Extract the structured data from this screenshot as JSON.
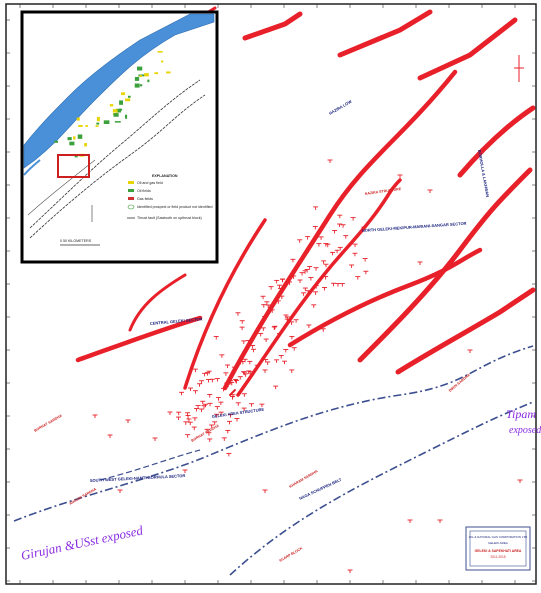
{
  "colors": {
    "fault": "#e8202a",
    "thrust_line": "#3d4f8f",
    "river": "#4a90d9",
    "exposed_label": "#8a2be2",
    "structure_label": "#1a237e",
    "well": "#e8202a",
    "oil_gas": "#e8d400",
    "oil": "#3ca03c"
  },
  "map": {
    "labels": {
      "girujan": "Girujan &USst exposed",
      "tipam": "Tipam",
      "tipam2": "exposed",
      "hazira_low": "HAZIRA LOW",
      "nazira_structure": "NAZIRA STRUCTURE",
      "north_geleki": "NORTH GELEKI-MEKIPUR-MARIANI-SANGAR SECTOR",
      "central_geleki": "CENTRAL GELEKI SECTOR",
      "south_west": "SOUTH WEST GELEKI-NAMTI-BORHULA SECTOR",
      "naga_belt": "NAGA SCHUPPEN BELT",
      "sinking_structure": "GELEKI AREA STRUCTURE",
      "right_label": "BORHOLLA & LAKHWAN",
      "small_1": "BORHAT SARDHA",
      "small_2": "ANGURI SARDHA",
      "small_3": "KHARAM SARDHA",
      "small_4": "DIROI SARDHA",
      "small_5": "SCARP BLOCK"
    },
    "title_block": {
      "line1": "OIL & NATURAL GAS CORPORATION LTD",
      "line2": "GELEKI AREA",
      "line3": "GELEKI & SAPEKHATI AREA",
      "line4": "2011-2015"
    }
  },
  "inset": {
    "legend_title": "EXPLANATION",
    "legend_items": [
      "Oil and gas field",
      "Oil fields",
      "Gas fields",
      "Identified prospect or field product not identified",
      "Thrust fault (Sawtooth on upthrust block)"
    ],
    "scale_text": "0    50 KILOMETERS"
  }
}
